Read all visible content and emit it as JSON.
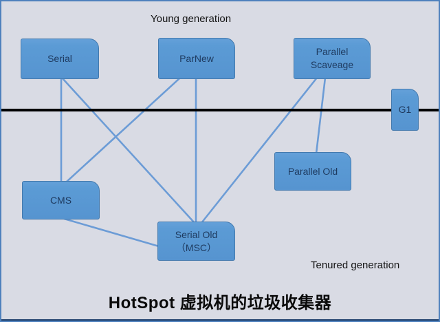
{
  "diagram": {
    "young_label": "Young generation",
    "tenured_label": "Tenured generation",
    "caption": "HotSpot 虚拟机的垃圾收集器",
    "nodes": {
      "serial": "Serial",
      "parnew": "ParNew",
      "parallel_scavenge": "Parallel Scaveage",
      "g1": "G1",
      "parallel_old": "Parallel Old",
      "cms": "CMS",
      "serial_old_line1": "Serial Old",
      "serial_old_line2": "（MSC）"
    },
    "colors": {
      "background": "#d9dbe4",
      "frame_border": "#4f81bd",
      "node_fill": "#5b9bd5",
      "node_border": "#4379ad",
      "node_text": "#1e3a5f",
      "connector": "#6c9cd6",
      "divider": "#000000"
    }
  }
}
